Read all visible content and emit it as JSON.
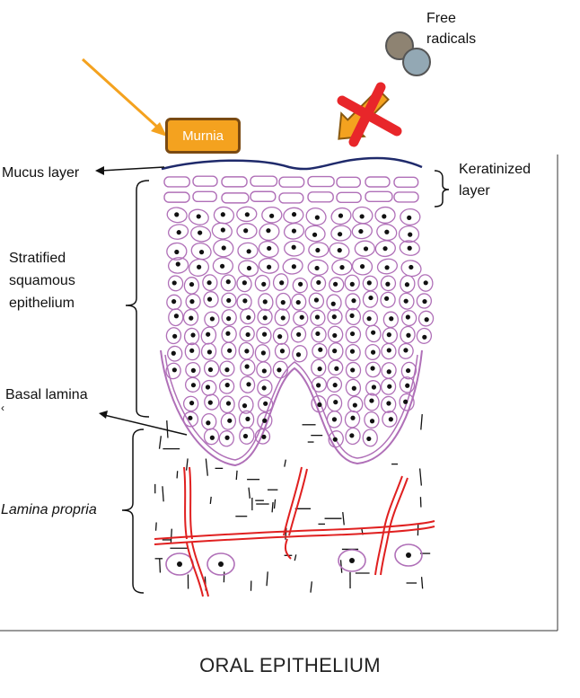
{
  "labels": {
    "free_radicals": [
      "Free",
      "radicals"
    ],
    "murnia": "Murnia",
    "mucus_layer": "Mucus layer",
    "keratinized_layer": [
      "Keratinized",
      "layer"
    ],
    "stratified": [
      "Stratified",
      "squamous",
      "epithelium"
    ],
    "basal_lamina": "Basal lamina",
    "lamina_propria": "Lamina propria"
  },
  "title": "ORAL EPITHELIUM",
  "colors": {
    "murnia_fill": "#f4a21f",
    "arrow_orange": "#f4a21f",
    "cross_red": "#e8262a",
    "cell_outline": "#b070b8",
    "vessel": "#e02020",
    "mucus": "#1f2a6b",
    "radical_1": "#8e8372",
    "radical_2": "#93a8b4"
  }
}
